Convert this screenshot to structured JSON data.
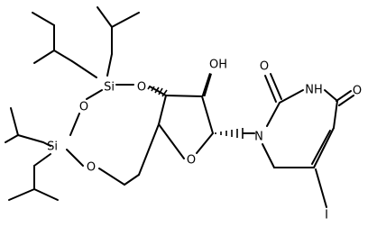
{
  "molecule": {
    "atoms": {
      "si_top": "Si",
      "si_bottom": "Si",
      "o_si_left": "O",
      "o_si_top_right": "O",
      "o_si_bottom_right": "O",
      "o_ring": "O",
      "oh": "OH",
      "n1": "N",
      "n3_h": "NH",
      "o_c2": "O",
      "o_c4": "O",
      "iodo": "I"
    }
  }
}
